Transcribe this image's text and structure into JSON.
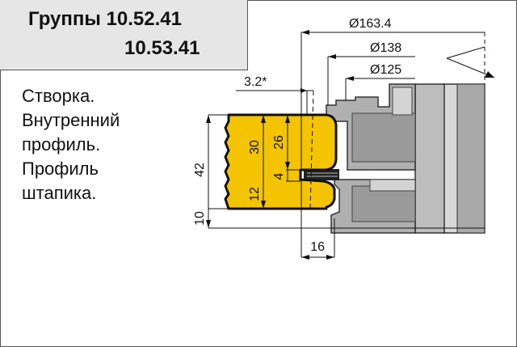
{
  "title": {
    "line1": "Группы 10.52.41",
    "line2": "10.53.41"
  },
  "description": [
    "Створка.",
    "Внутренний",
    "профиль.",
    "Профиль",
    "штапика."
  ],
  "dimensions": {
    "diam_outer": "Ø163.4",
    "diam_mid": "Ø138",
    "diam_inner": "Ø125",
    "offset": "3.2*",
    "height_total": "42",
    "height_30": "30",
    "height_26": "26",
    "height_4": "4",
    "height_12": "12",
    "height_10": "10",
    "width_16": "16"
  },
  "colors": {
    "workpiece": "#f5c400",
    "tool_dark": "#8a8a8a",
    "tool_light": "#cfcfcf",
    "title_bg": "#e6e6e6"
  }
}
